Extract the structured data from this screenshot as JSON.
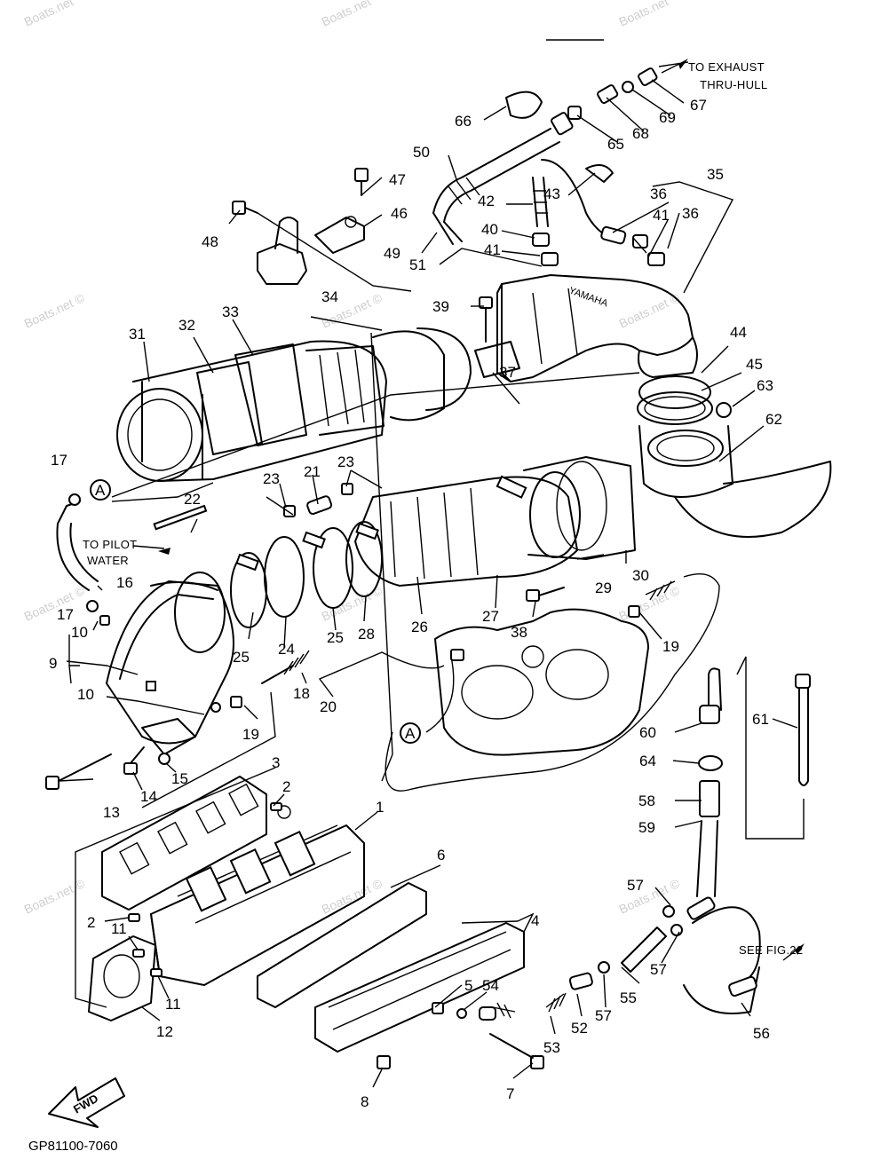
{
  "diagram": {
    "code": "GP81100-7060",
    "watermark": "Boats.net",
    "watermark_copy": "Boats.net ©",
    "notes": {
      "exhaust_line1": "TO EXHAUST",
      "exhaust_line2": "THRU-HULL",
      "pilot_line1": "TO PILOT",
      "pilot_line2": "WATER",
      "see_fig": "SEE FIG.22",
      "fwd": "FWD",
      "brand": "YAMAHA"
    },
    "ref_a": "A",
    "callouts": [
      "1",
      "2",
      "3",
      "4",
      "5",
      "6",
      "7",
      "8",
      "9",
      "10",
      "11",
      "12",
      "13",
      "14",
      "15",
      "16",
      "17",
      "18",
      "19",
      "20",
      "21",
      "22",
      "23",
      "24",
      "25",
      "26",
      "27",
      "28",
      "29",
      "30",
      "31",
      "32",
      "33",
      "34",
      "35",
      "36",
      "37",
      "38",
      "39",
      "40",
      "41",
      "42",
      "43",
      "44",
      "45",
      "46",
      "47",
      "48",
      "49",
      "50",
      "51",
      "52",
      "53",
      "54",
      "55",
      "56",
      "57",
      "58",
      "59",
      "60",
      "61",
      "62",
      "63",
      "64",
      "65",
      "66",
      "67",
      "68",
      "69"
    ]
  }
}
